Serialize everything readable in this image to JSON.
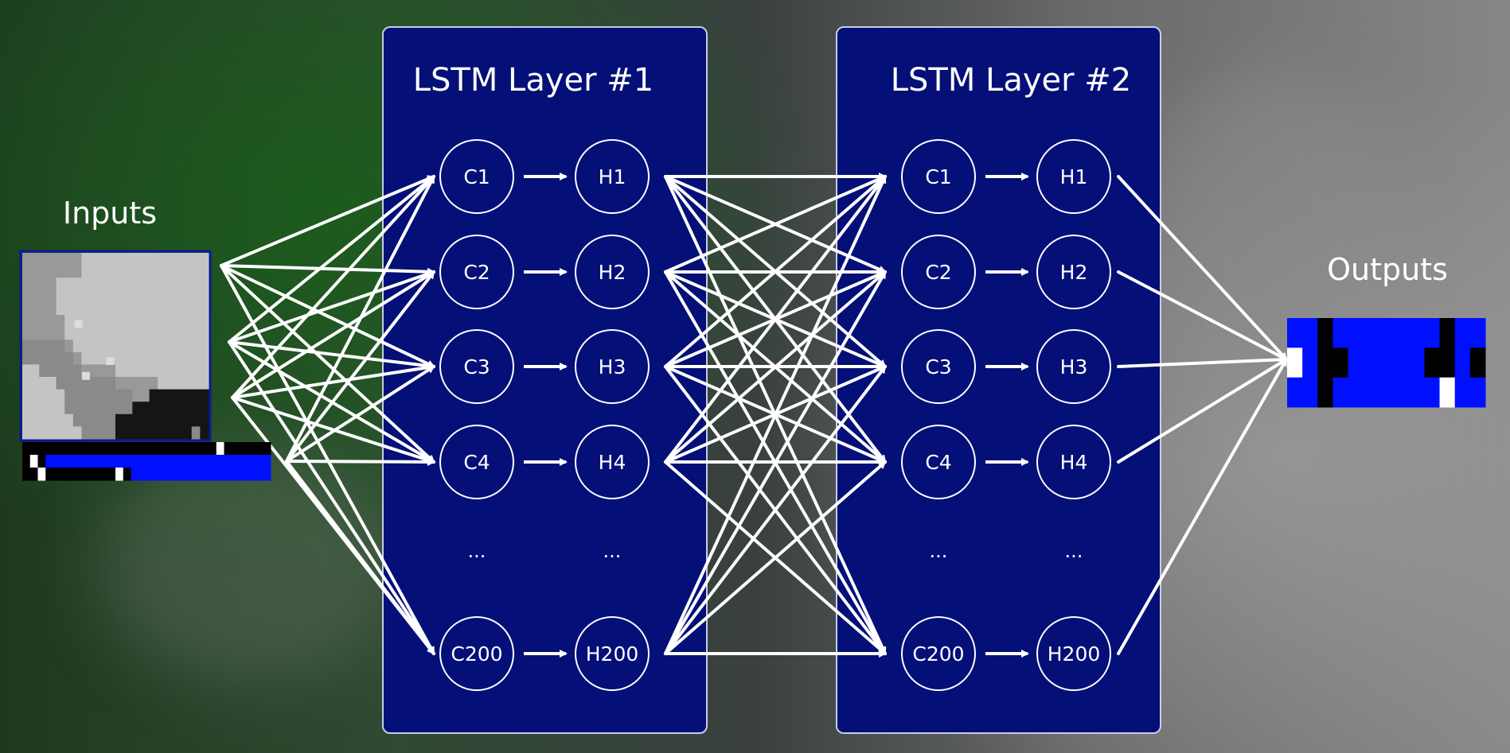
{
  "inputs_label": "Inputs",
  "outputs_label": "Outputs",
  "layers": [
    {
      "title": "LSTM Layer #1",
      "cells": [
        "C1",
        "C2",
        "C3",
        "C4",
        "...",
        "C200"
      ],
      "hidden": [
        "H1",
        "H2",
        "H3",
        "H4",
        "...",
        "H200"
      ]
    },
    {
      "title": "LSTM Layer #2",
      "cells": [
        "C1",
        "C2",
        "C3",
        "C4",
        "...",
        "C200"
      ],
      "hidden": [
        "H1",
        "H2",
        "H3",
        "H4",
        "...",
        "H200"
      ]
    }
  ],
  "colors": {
    "layer_fill": "#040f78",
    "layer_stroke": "#c8cde6",
    "arrow": "#ffffff",
    "output_blue": "#0010ff",
    "output_black": "#000000",
    "output_white": "#ffffff"
  },
  "input_image": {
    "grid": [
      "DDDDDDDLLLLLLLLLLLLLLL",
      "DDDDDDDLLLLLLLLLLLLLLL",
      "DDDDLLLLLLLLLLLLLLLLLL",
      "DDDDLLLLLLLLLLLLLLLLLL",
      "DDDDLLLLLLLLLLLLLLLLLL",
      "DDDDDLLLLLLLLLLLLLLLLL",
      "DDDDDLLLLLLLLLLLLLLLLL",
      "MMMMMDLLLLLLLLLLLLLLLL",
      "MMMMMMDLLLLLLLLLLLLLLL",
      "LLMMMMMDDDDLLLLLLLLLLL",
      "LLLLMMMMMMMDDDDDLLLLLL",
      "LLLLLMMMMMMMMDDKKKKKKK",
      "LLLLLMMMMMMMMKKKKKKKKK",
      "LLLLLLMMMMMKKKKKKKKKKK",
      "LLLLLLLMMMMKKKKKKKKKMK"
    ],
    "palette": {
      "L": "#c4c4c4",
      "D": "#999999",
      "M": "#8a8a8a",
      "K": "#151515"
    },
    "bottom_strip": [
      "KKKKKKKKKKKKKKKKKKKKKKKKKWKKKKKK",
      "KWKBBBBBBBBBBBBBBBBBBBBBBBBBBBBB",
      "KKWKKKKKKKKKWKBBBBBBBBBBBBBBBBBB"
    ],
    "strip_palette": {
      "K": "#000000",
      "W": "#ffffff",
      "B": "#0010ff"
    }
  },
  "output_grid": {
    "grid": [
      "BBKBBBBBBBKBB",
      "WBKKBBBBBKKBK",
      "BBKBBBBBBBWBB"
    ]
  }
}
